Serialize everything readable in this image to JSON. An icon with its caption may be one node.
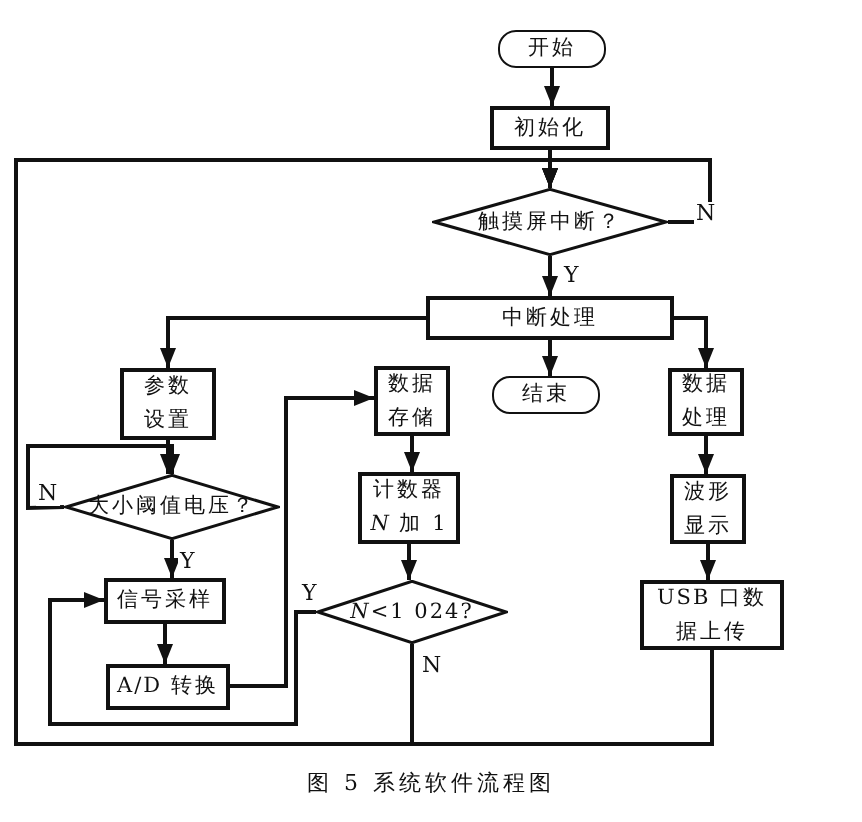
{
  "diagram": {
    "caption": "图 5 系统软件流程图",
    "nodes": [
      {
        "text": [
          "开始"
        ]
      },
      {
        "text": [
          "初始化"
        ]
      },
      {
        "text": [
          "触摸屏中断？"
        ]
      },
      {
        "text": [
          "中断处理"
        ]
      },
      {
        "text": [
          "参数设置"
        ]
      },
      {
        "text": [
          "数据存储"
        ]
      },
      {
        "text": [
          "结束"
        ]
      },
      {
        "text": [
          "数据处理"
        ]
      },
      {
        "text": [
          "大小阈值电压？"
        ]
      },
      {
        "text": [
          "计数器 *N* 加 1"
        ]
      },
      {
        "text": [
          "波形显示"
        ]
      },
      {
        "text": [
          "信号采样"
        ]
      },
      {
        "text": [
          "*N*<1 024?"
        ]
      },
      {
        "text": [
          "USB 口数据上传"
        ]
      },
      {
        "text": [
          "A/D 转换"
        ]
      }
    ],
    "edges": [
      {
        "from": 0,
        "to": 1,
        "arrow": "to"
      },
      {
        "from": 1,
        "to": 2,
        "arrow": "to"
      },
      {
        "from": 2,
        "to": 2,
        "arrow": "to",
        "label": "N"
      },
      {
        "from": 2,
        "to": 3,
        "arrow": "to",
        "label": "Y"
      },
      {
        "from": 3,
        "to": 4,
        "arrow": "to"
      },
      {
        "from": 3,
        "to": 6,
        "arrow": "to"
      },
      {
        "from": 3,
        "to": 7,
        "arrow": "to"
      },
      {
        "from": 4,
        "to": 8,
        "arrow": "to"
      },
      {
        "from": 8,
        "to": 8,
        "arrow": "to",
        "label": "N"
      },
      {
        "from": 8,
        "to": 11,
        "arrow": "to",
        "label": "Y"
      },
      {
        "from": 11,
        "to": 14,
        "arrow": "to"
      },
      {
        "from": 14,
        "to": 5,
        "arrow": "to"
      },
      {
        "from": 5,
        "to": 9,
        "arrow": "to"
      },
      {
        "from": 9,
        "to": 12,
        "arrow": "to"
      },
      {
        "from": 12,
        "to": 11,
        "arrow": "to",
        "label": "Y"
      },
      {
        "from": 12,
        "to": 2,
        "arrow": "to",
        "label": "N"
      },
      {
        "from": 7,
        "to": 10,
        "arrow": "to"
      },
      {
        "from": 10,
        "to": 13,
        "arrow": "to"
      },
      {
        "from": 13,
        "to": 2,
        "arrow": "to"
      }
    ]
  }
}
